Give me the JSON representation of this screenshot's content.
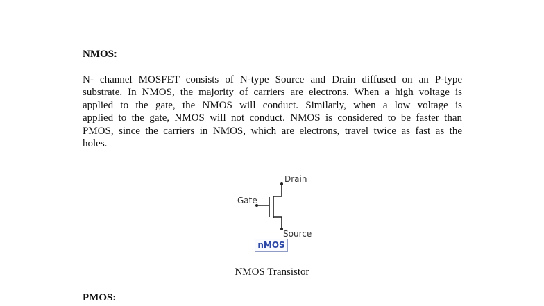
{
  "document": {
    "sections": [
      {
        "heading": "NMOS:",
        "paragraph_lines": [
          "N- channel MOSFET consists of N-type Source and Drain diffused on an P-type",
          "substrate. In NMOS, the majority of carriers are electrons. When a high voltage is",
          "applied to the gate, the NMOS will conduct. Similarly, when a low voltage is",
          "applied to the gate, NMOS will not conduct. NMOS is considered to be faster than",
          "PMOS, since the carriers in NMOS, which are electrons, travel twice as fast as the",
          "holes."
        ],
        "figure": {
          "terminal_labels": {
            "drain": "Drain",
            "gate": "Gate",
            "source": "Source"
          },
          "badge": "nMOS",
          "badge_color": "#2b48a6",
          "caption": "NMOS Transistor"
        }
      },
      {
        "heading": "PMOS:"
      }
    ]
  }
}
